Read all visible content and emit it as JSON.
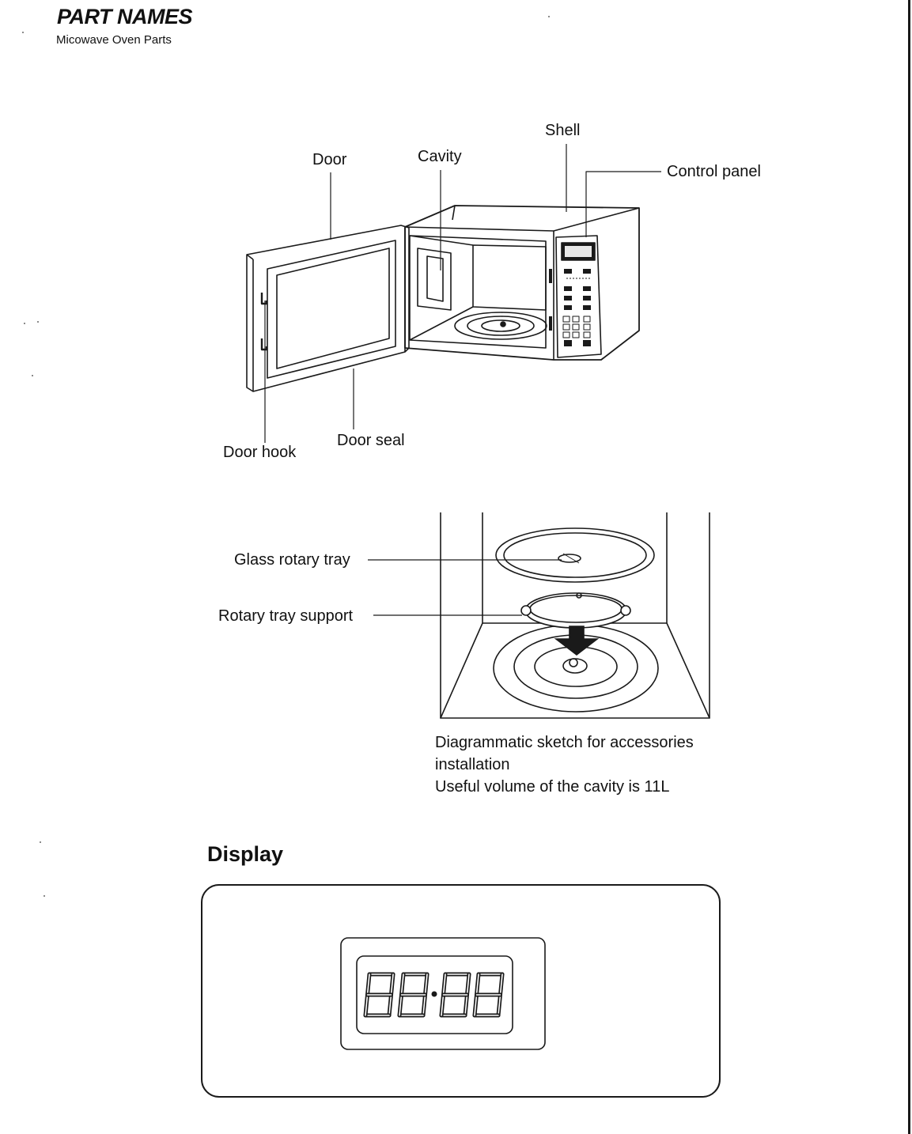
{
  "header": {
    "title": "PART NAMES",
    "subtitle": "Micowave Oven Parts"
  },
  "oven_labels": {
    "shell": "Shell",
    "door": "Door",
    "cavity": "Cavity",
    "control_panel": "Control panel",
    "door_hook": "Door hook",
    "door_seal": "Door seal"
  },
  "accessory_labels": {
    "glass_tray": "Glass rotary tray",
    "tray_support": "Rotary tray support"
  },
  "caption": {
    "line1": "Diagrammatic sketch for accessories",
    "line2": "installation",
    "line3": "Useful volume of the cavity is 11L"
  },
  "display": {
    "heading": "Display",
    "readout": "88·88"
  }
}
